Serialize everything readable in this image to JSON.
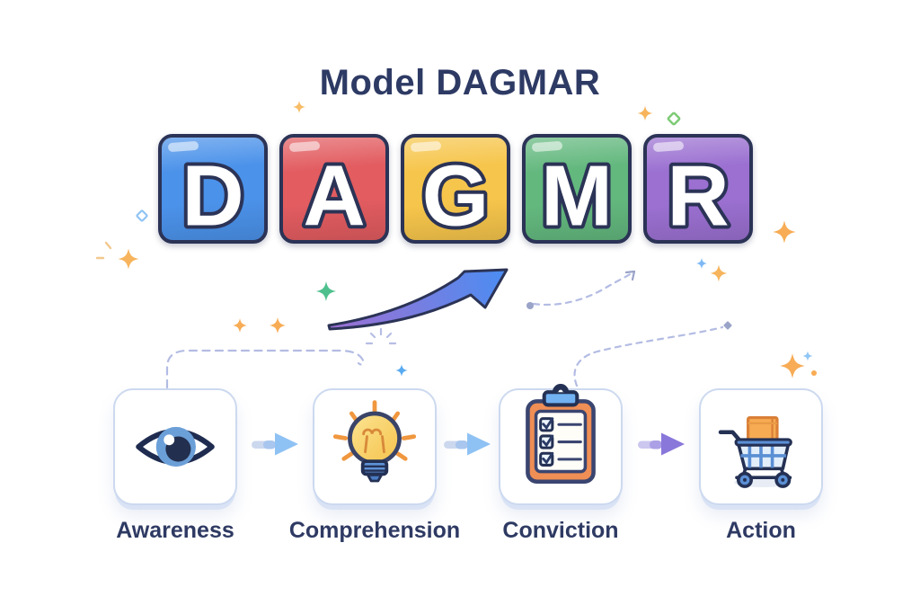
{
  "title": "Model DAGMAR",
  "tiles": [
    {
      "letter": "D",
      "color": "#4b92ea"
    },
    {
      "letter": "A",
      "color": "#e25c60"
    },
    {
      "letter": "G",
      "color": "#f6c54b"
    },
    {
      "letter": "M",
      "color": "#63b87e"
    },
    {
      "letter": "R",
      "color": "#9b70d1"
    }
  ],
  "steps": [
    {
      "label": "Awareness",
      "icon": "eye-icon"
    },
    {
      "label": "Comprehension",
      "icon": "lightbulb-icon"
    },
    {
      "label": "Conviction",
      "icon": "clipboard-checklist-icon"
    },
    {
      "label": "Action",
      "icon": "shopping-cart-icon"
    }
  ],
  "colors": {
    "title_text": "#2d3a64",
    "tile_border": "#2b3356",
    "label_text": "#2e3a63",
    "box_border": "#ccd9ef",
    "dashed_line": "#b3bce3",
    "step_arrow_blue_head": "#8fc2f4",
    "step_arrow_blue_tail": "#ccd8ee",
    "step_arrow_purple_head": "#8a77da",
    "step_arrow_purple_tail": "#cbc7ef",
    "swoosh_gradient_start": "#9c6fd3",
    "swoosh_gradient_end": "#4a8df2",
    "sparkle_orange": "#f7ac55",
    "sparkle_blue": "#7db9f5",
    "sparkle_green": "#4ec08d"
  }
}
